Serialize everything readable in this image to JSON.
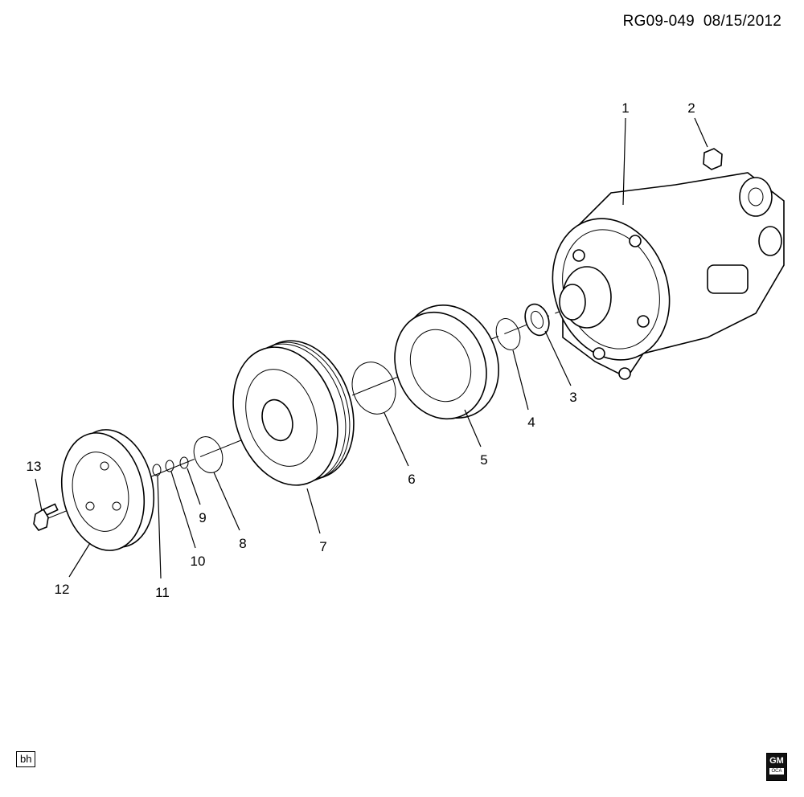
{
  "header": {
    "diagram_id": "RG09-049",
    "date": "08/15/2012"
  },
  "footer": {
    "initials": "bh",
    "logo_text": "GM",
    "logo_subtext": "OCA"
  },
  "callouts": [
    "1",
    "2",
    "3",
    "4",
    "5",
    "6",
    "7",
    "8",
    "9",
    "10",
    "11",
    "12",
    "13"
  ]
}
